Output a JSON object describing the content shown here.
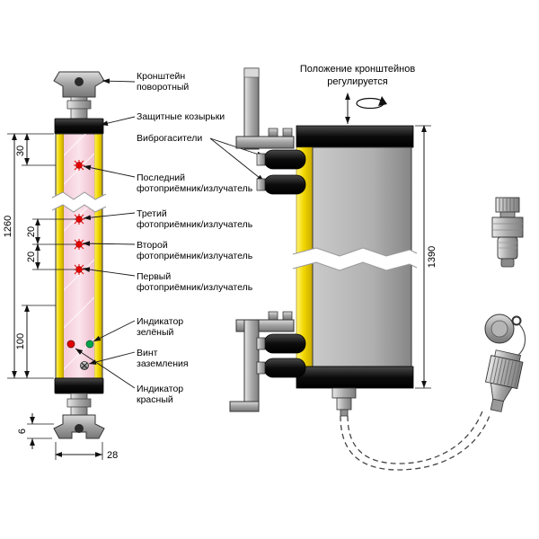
{
  "note": {
    "line1": "Положение кронштейнов",
    "line2": "регулируется"
  },
  "callouts": {
    "bracket": {
      "line1": "Кронштейн",
      "line2": "поворотный"
    },
    "visors": {
      "line1": "Защитные козырьки"
    },
    "dampers": {
      "line1": "Виброгасители"
    },
    "beam_last": {
      "line1": "Последний",
      "line2": "фотоприёмник/излучатель"
    },
    "beam_third": {
      "line1": "Третий",
      "line2": "фотоприёмник/излучатель"
    },
    "beam_second": {
      "line1": "Второй",
      "line2": "фотоприёмник/излучатель"
    },
    "beam_first": {
      "line1": "Первый",
      "line2": "фотоприёмник/излучатель"
    },
    "indicator_green": {
      "line1": "Индикатор",
      "line2": "зелёный"
    },
    "ground_screw": {
      "line1": "Винт",
      "line2": "заземления"
    },
    "indicator_red": {
      "line1": "Индикатор",
      "line2": "красный"
    }
  },
  "dimensions": {
    "top_offset": "30",
    "front_length": "1260",
    "beam_pitch_a": "20",
    "beam_pitch_b": "20",
    "bottom_zone": "100",
    "plate_thickness": "6",
    "profile_width": "28",
    "side_length": "1390"
  },
  "colors": {
    "housing_yellow": "#f2d800",
    "window_pink": "#f8dce8",
    "beam_red": "#e60000",
    "indicator_red": "#e00000",
    "indicator_green": "#00a44a",
    "metal_gray": "#a9a9a9",
    "cap_black": "#111111"
  }
}
